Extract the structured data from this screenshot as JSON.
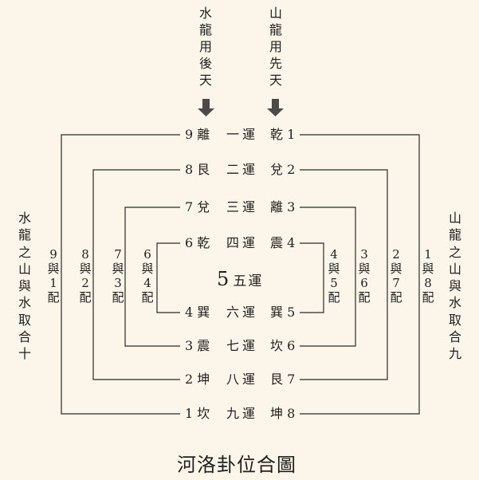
{
  "top_left_label": "水龍用後天",
  "top_right_label": "山龍用先天",
  "left_side_label": "水龍之山與水取合十",
  "right_side_label": "山龍之山與水取合九",
  "rows": [
    {
      "left_num": "9",
      "left_gua": "離",
      "yun": "一運",
      "right_gua": "乾",
      "right_num": "1"
    },
    {
      "left_num": "8",
      "left_gua": "艮",
      "yun": "二運",
      "right_gua": "兌",
      "right_num": "2"
    },
    {
      "left_num": "7",
      "left_gua": "兌",
      "yun": "三運",
      "right_gua": "離",
      "right_num": "3"
    },
    {
      "left_num": "6",
      "left_gua": "乾",
      "yun": "四運",
      "right_gua": "震",
      "right_num": "4"
    },
    {
      "left_num": "4",
      "left_gua": "巽",
      "yun": "六運",
      "right_gua": "巽",
      "right_num": "5"
    },
    {
      "left_num": "3",
      "left_gua": "震",
      "yun": "七運",
      "right_gua": "坎",
      "right_num": "6"
    },
    {
      "left_num": "2",
      "left_gua": "坤",
      "yun": "八運",
      "right_gua": "艮",
      "right_num": "7"
    },
    {
      "left_num": "1",
      "left_gua": "坎",
      "yun": "九運",
      "right_gua": "坤",
      "right_num": "8"
    }
  ],
  "center": {
    "num": "5",
    "yun": "五運"
  },
  "left_pairs": [
    "9與1配",
    "8與2配",
    "7與3配",
    "6與4配"
  ],
  "right_pairs": [
    "4與5配",
    "3與6配",
    "2與7配",
    "1與8配"
  ],
  "title": "河洛卦位合圖"
}
